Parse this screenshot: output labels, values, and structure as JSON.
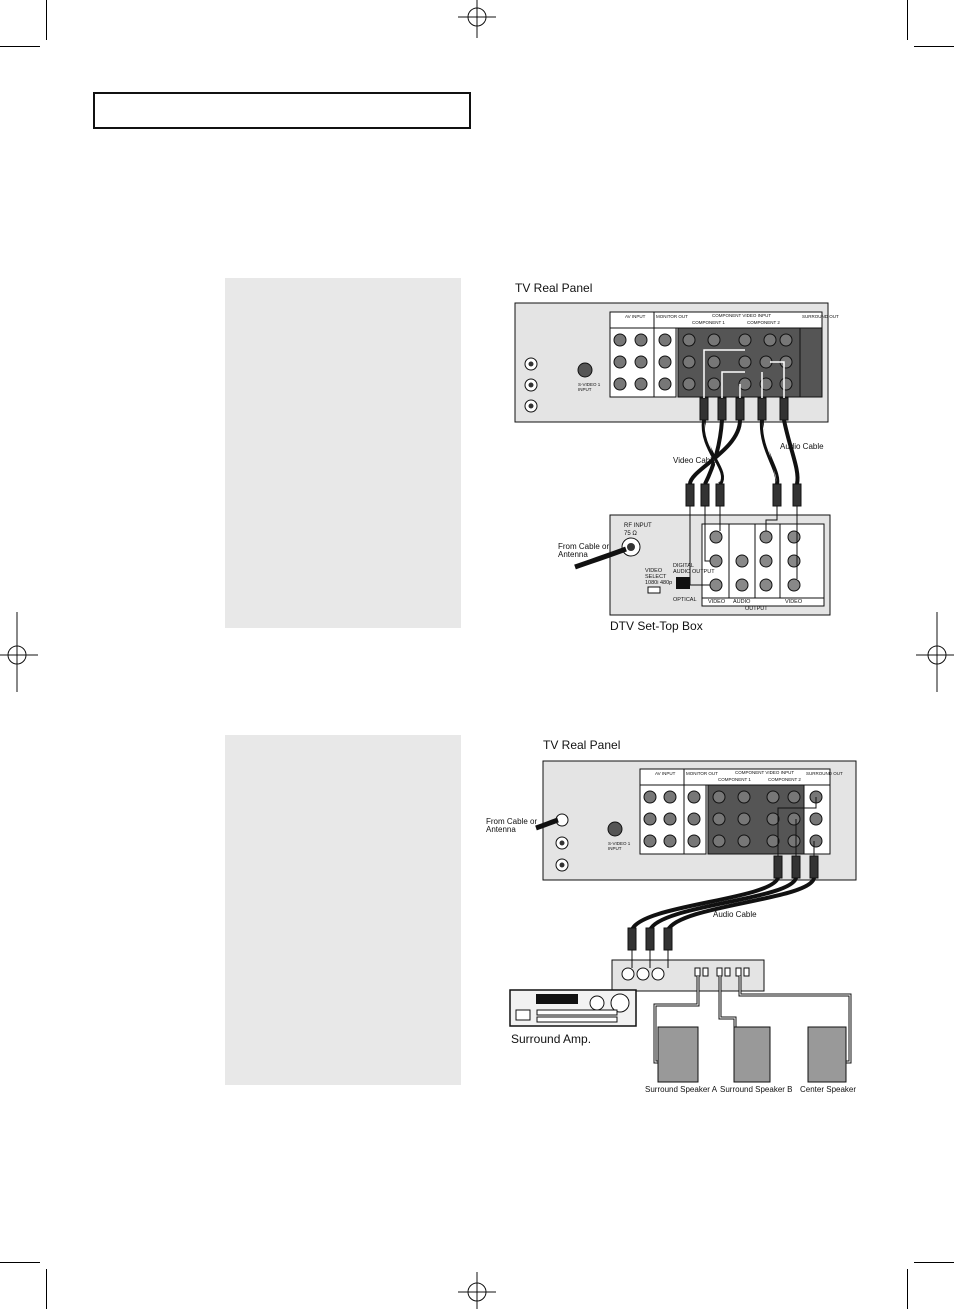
{
  "diagram1": {
    "panel_title": "TV Real Panel",
    "video_cable": "Video Cable",
    "audio_cable": "Audio Cable",
    "from_cable": [
      "From Cable or",
      "Antenna"
    ],
    "device_title": "DTV Set-Top Box",
    "rf_input": [
      "RF INPUT",
      "75 Ω"
    ],
    "digital_audio": [
      "DIGITAL",
      "AUDIO OUTPUT"
    ],
    "optical": "OPTICAL",
    "video_select": [
      "VIDEO",
      "SELECT",
      "1080i  480p"
    ],
    "output_labels": {
      "video": "VIDEO",
      "audio": "AUDIO",
      "output": "OUTPUT"
    }
  },
  "diagram2": {
    "panel_title": "TV Real Panel",
    "from_cable": [
      "From Cable or",
      "Antenna"
    ],
    "audio_cable": "Audio Cable",
    "amp_title": "Surround Amp.",
    "speakers": [
      "Surround Speaker A",
      "Surround Speaker B",
      "Center Speaker"
    ]
  },
  "tv_panel": {
    "av_input": "AV INPUT",
    "monitor_out": "MONITOR OUT",
    "component_input": "COMPONENT VIDEO INPUT",
    "component_1": "COMPONENT 1",
    "component_2": "COMPONENT 2",
    "surround_out": "SURROUND OUT",
    "svideo": [
      "S-VIDEO 1",
      "INPUT"
    ]
  }
}
